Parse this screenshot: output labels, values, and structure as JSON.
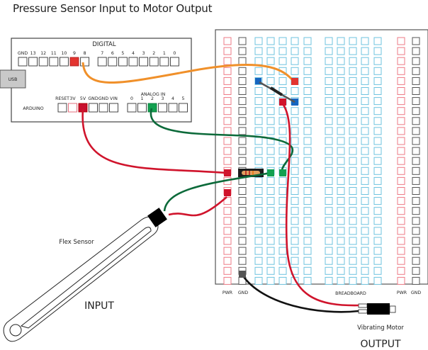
{
  "title": "Pressure Sensor Input to Motor Output",
  "arduino": {
    "name": "ARDUINO",
    "usb_label": "USB",
    "digital_header": "DIGITAL",
    "digital_pins": [
      "GND",
      "13",
      "12",
      "11",
      "10",
      "9",
      "8",
      "7",
      "6",
      "5",
      "4",
      "3",
      "2",
      "1",
      "0"
    ],
    "power_pins": [
      "RESET",
      "3V",
      "5V",
      "GND",
      "GND",
      "VIN"
    ],
    "analog_header": "ANALOG IN",
    "analog_pins": [
      "0",
      "1",
      "2",
      "3",
      "4",
      "5"
    ],
    "active_pins": {
      "digital": "9",
      "power": "5V",
      "analog": "2"
    }
  },
  "breadboard": {
    "label": "BREADBOARD",
    "left_rail_labels": [
      "PWR",
      "GND"
    ],
    "right_rail_labels": [
      "PWR",
      "GND"
    ]
  },
  "components": {
    "flex_sensor_label": "Flex Sensor",
    "input_label": "INPUT",
    "motor_label": "Vibrating Motor",
    "output_label": "OUTPUT"
  },
  "colors": {
    "wire_orange": "#f0902a",
    "wire_red": "#d0142c",
    "wire_green": "#0c6a3a",
    "wire_black": "#111111",
    "pin_red": "#e3342f",
    "pin_blue": "#1565c0",
    "pin_green": "#13a050",
    "hole_blue": "#6ec3df",
    "hole_red": "#ee7a86",
    "hole_gray": "#555555"
  }
}
